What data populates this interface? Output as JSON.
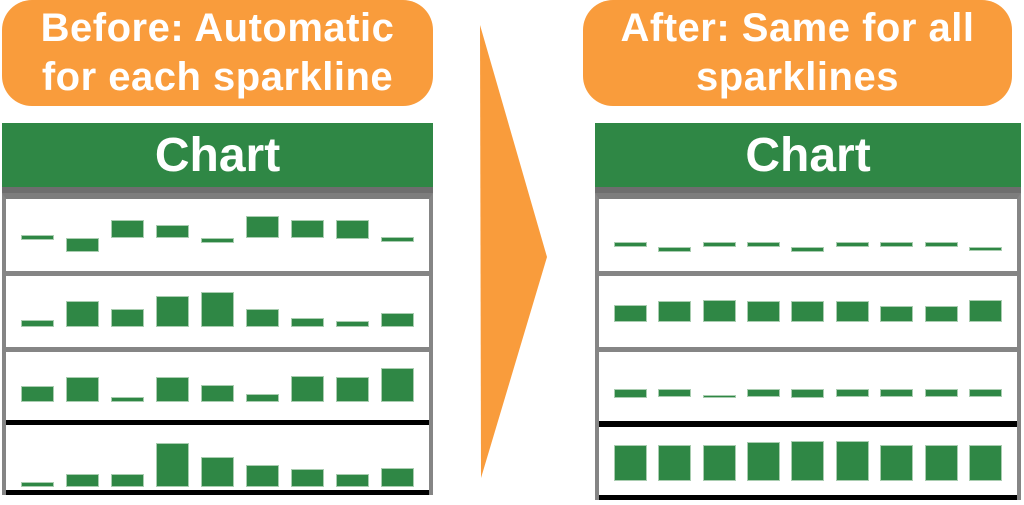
{
  "colors": {
    "orange": "#F99C3C",
    "green": "#2F8745",
    "gray": "#858585",
    "black": "#000000",
    "text_white": "#FFFFFF"
  },
  "before_panel": {
    "badge_line1": "Before: Automatic",
    "badge_line2": "for each sparkline",
    "header": "Chart"
  },
  "after_panel": {
    "badge_line1": "After: Same for all",
    "badge_line2": "sparklines",
    "header": "Chart"
  },
  "arrow": {
    "name": "before-to-after-arrow",
    "color": "#F99C3C"
  },
  "tables": {
    "before": {
      "header": "Chart",
      "rows": [
        {
          "h": 72,
          "sep": "gray",
          "sepH": 5,
          "bars": [
            [
              36,
              5
            ],
            [
              39,
              14
            ],
            [
              21,
              18
            ],
            [
              26,
              13
            ],
            [
              39,
              5
            ],
            [
              17,
              22
            ],
            [
              21,
              18
            ],
            [
              21,
              19
            ],
            [
              38,
              5
            ]
          ]
        },
        {
          "h": 71,
          "sep": "gray",
          "sepH": 5,
          "bars": [
            [
              44,
              7
            ],
            [
              25,
              26
            ],
            [
              33,
              18
            ],
            [
              20,
              31
            ],
            [
              16,
              35
            ],
            [
              33,
              18
            ],
            [
              42,
              9
            ],
            [
              45,
              6
            ],
            [
              37,
              14
            ]
          ]
        },
        {
          "h": 68,
          "sep": "black",
          "sepH": 5,
          "bars": [
            [
              34,
              16
            ],
            [
              25,
              25
            ],
            [
              45,
              5
            ],
            [
              25,
              25
            ],
            [
              33,
              17
            ],
            [
              42,
              8
            ],
            [
              24,
              26
            ],
            [
              25,
              25
            ],
            [
              16,
              34
            ]
          ]
        },
        {
          "h": 65,
          "sep": "black",
          "sepH": 5,
          "bars": [
            [
              57,
              5
            ],
            [
              49,
              13
            ],
            [
              49,
              13
            ],
            [
              18,
              44
            ],
            [
              32,
              30
            ],
            [
              40,
              22
            ],
            [
              44,
              18
            ],
            [
              49,
              13
            ],
            [
              43,
              19
            ]
          ]
        }
      ]
    },
    "after": {
      "header": "Chart",
      "rows": [
        {
          "h": 72,
          "sep": "gray",
          "sepH": 5,
          "bars": [
            [
              43,
              5
            ],
            [
              48,
              5
            ],
            [
              43,
              5
            ],
            [
              43,
              5
            ],
            [
              48,
              5
            ],
            [
              43,
              5
            ],
            [
              43,
              5
            ],
            [
              43,
              5
            ],
            [
              48,
              4
            ]
          ]
        },
        {
          "h": 71,
          "sep": "gray",
          "sepH": 5,
          "bars": [
            [
              29,
              17
            ],
            [
              25,
              21
            ],
            [
              24,
              22
            ],
            [
              25,
              21
            ],
            [
              25,
              21
            ],
            [
              25,
              21
            ],
            [
              30,
              16
            ],
            [
              30,
              16
            ],
            [
              24,
              22
            ]
          ]
        },
        {
          "h": 69,
          "sep": "black",
          "sepH": 6,
          "bars": [
            [
              37,
              9
            ],
            [
              37,
              8
            ],
            [
              43,
              3
            ],
            [
              37,
              8
            ],
            [
              37,
              9
            ],
            [
              37,
              8
            ],
            [
              37,
              8
            ],
            [
              37,
              8
            ],
            [
              37,
              8
            ]
          ]
        },
        {
          "h": 68,
          "sep": "black",
          "sepH": 5,
          "bars": [
            [
              18,
              36
            ],
            [
              18,
              36
            ],
            [
              18,
              36
            ],
            [
              15,
              39
            ],
            [
              14,
              40
            ],
            [
              14,
              40
            ],
            [
              18,
              36
            ],
            [
              18,
              36
            ],
            [
              18,
              36
            ]
          ]
        }
      ]
    }
  }
}
